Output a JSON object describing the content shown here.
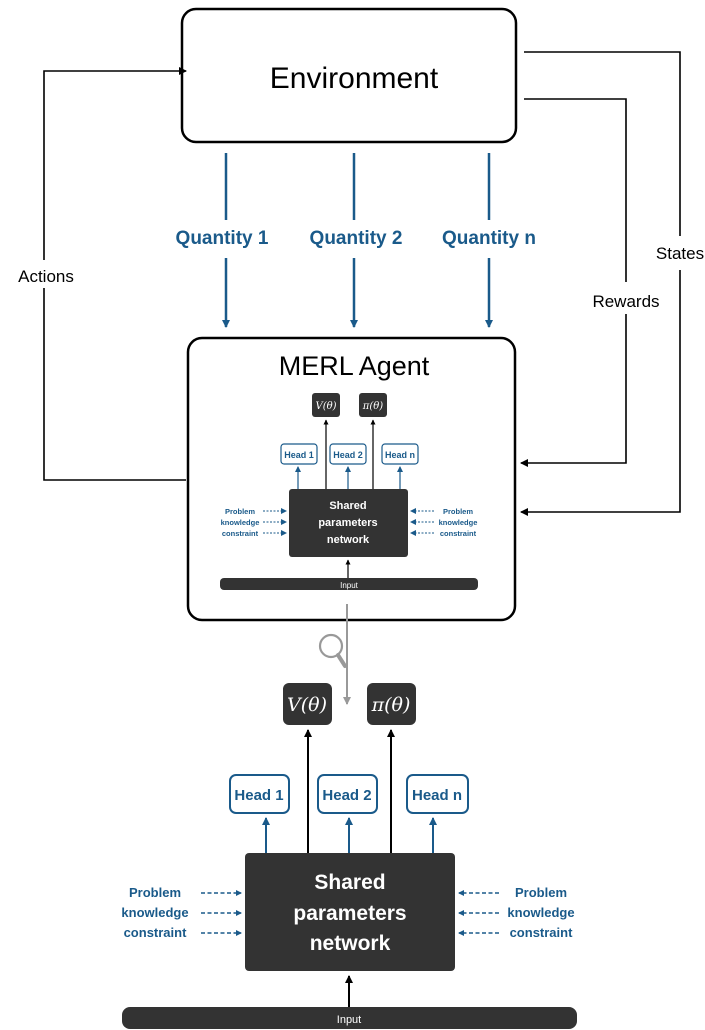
{
  "environment": {
    "title": "Environment"
  },
  "quantities": [
    "Quantity 1",
    "Quantity 2",
    "Quantity n"
  ],
  "loop": {
    "actions": "Actions",
    "states": "States",
    "rewards": "Rewards"
  },
  "agent": {
    "title": "MERL Agent"
  },
  "network": {
    "value_head": "V(θ)",
    "policy_head": "π(θ)",
    "heads": [
      "Head 1",
      "Head 2",
      "Head n"
    ],
    "shared_line1": "Shared",
    "shared_line2": "parameters",
    "shared_line3": "network",
    "constraint_line1": "Problem",
    "constraint_line2": "knowledge",
    "constraint_line3": "constraint",
    "input": "Input"
  },
  "colors": {
    "accent": "#1a5a8a",
    "dark": "#333333",
    "line": "#000000",
    "zoom": "#999999"
  }
}
